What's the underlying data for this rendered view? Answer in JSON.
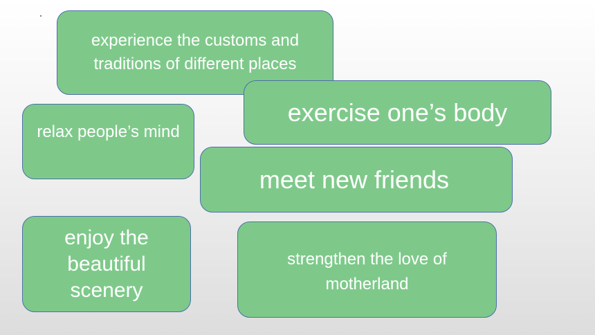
{
  "cards": {
    "customs": "experience the customs and traditions of different places",
    "exercise": "exercise one’s body",
    "relax": "relax people’s mind",
    "friends": "meet new friends",
    "scenery": "enjoy the beautiful scenery",
    "motherland": "strengthen the love of motherland"
  },
  "colors": {
    "card_fill": "#7ec98a",
    "card_border": "#4a6fa8",
    "card_text": "#ffffff"
  }
}
